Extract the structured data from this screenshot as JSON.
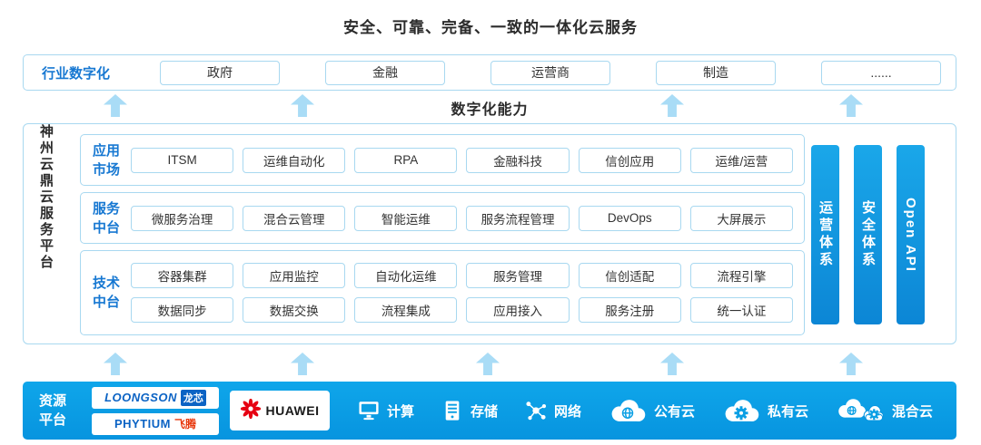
{
  "title": "安全、可靠、完备、一致的一体化云服务",
  "industry": {
    "label": "行业数字化",
    "items": [
      "政府",
      "金融",
      "运营商",
      "制造",
      "......"
    ]
  },
  "capability_label": "数字化能力",
  "platform": {
    "side_label": "神州云鼎云服务平台",
    "sections": [
      {
        "label": "应用市场",
        "rows": [
          [
            "ITSM",
            "运维自动化",
            "RPA",
            "金融科技",
            "信创应用",
            "运维/运营"
          ]
        ]
      },
      {
        "label": "服务中台",
        "rows": [
          [
            "微服务治理",
            "混合云管理",
            "智能运维",
            "服务流程管理",
            "DevOps",
            "大屏展示"
          ]
        ]
      },
      {
        "label": "技术中台",
        "rows": [
          [
            "容器集群",
            "应用监控",
            "自动化运维",
            "服务管理",
            "信创适配",
            "流程引擎"
          ],
          [
            "数据同步",
            "数据交换",
            "流程集成",
            "应用接入",
            "服务注册",
            "统一认证"
          ]
        ]
      }
    ],
    "pillars": [
      "运营体系",
      "安全体系",
      "Open API"
    ]
  },
  "resources": {
    "label": "资源平台",
    "vendors": {
      "loongson": {
        "brand": "LOONGSON",
        "cn": "龙芯"
      },
      "phytium": {
        "brand": "PHYTIUM",
        "cn": "飞腾"
      },
      "huawei": {
        "brand": "HUAWEI"
      }
    },
    "items": [
      {
        "icon": "compute-icon",
        "label": "计算"
      },
      {
        "icon": "storage-icon",
        "label": "存储"
      },
      {
        "icon": "network-icon",
        "label": "网络"
      },
      {
        "icon": "public-cloud-icon",
        "label": "公有云"
      },
      {
        "icon": "private-cloud-icon",
        "label": "私有云"
      },
      {
        "icon": "hybrid-cloud-icon",
        "label": "混合云"
      }
    ]
  },
  "colors": {
    "accent_blue": "#0A9FE4",
    "bar_blue": "#0794DF",
    "light_border": "#A8D8F0",
    "arrow_blue": "#A9DCF6",
    "label_blue": "#1778D2",
    "huawei_red": "#E60012",
    "text_dark": "#333333"
  }
}
